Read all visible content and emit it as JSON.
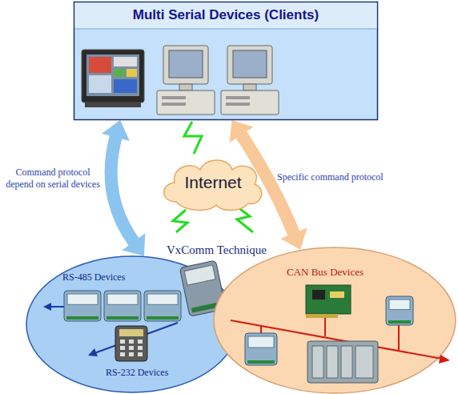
{
  "diagram": {
    "nodes": [
      {
        "text": [
          "Multi Serial Devices (Clients)"
        ]
      },
      {
        "text": [
          "Internet"
        ]
      },
      {
        "text": [
          "RS-485 Devices",
          "RS-232 Devices"
        ]
      },
      {
        "text": [
          "CAN Bus Devices"
        ]
      }
    ],
    "edges": [
      {
        "from": 0,
        "to": 2,
        "arrow": "both",
        "label": "Command protocol depend on serial devices"
      },
      {
        "from": 0,
        "to": 3,
        "arrow": "both",
        "label": "Specific command protocol"
      }
    ],
    "labels": [
      "VxComm Technique"
    ]
  }
}
